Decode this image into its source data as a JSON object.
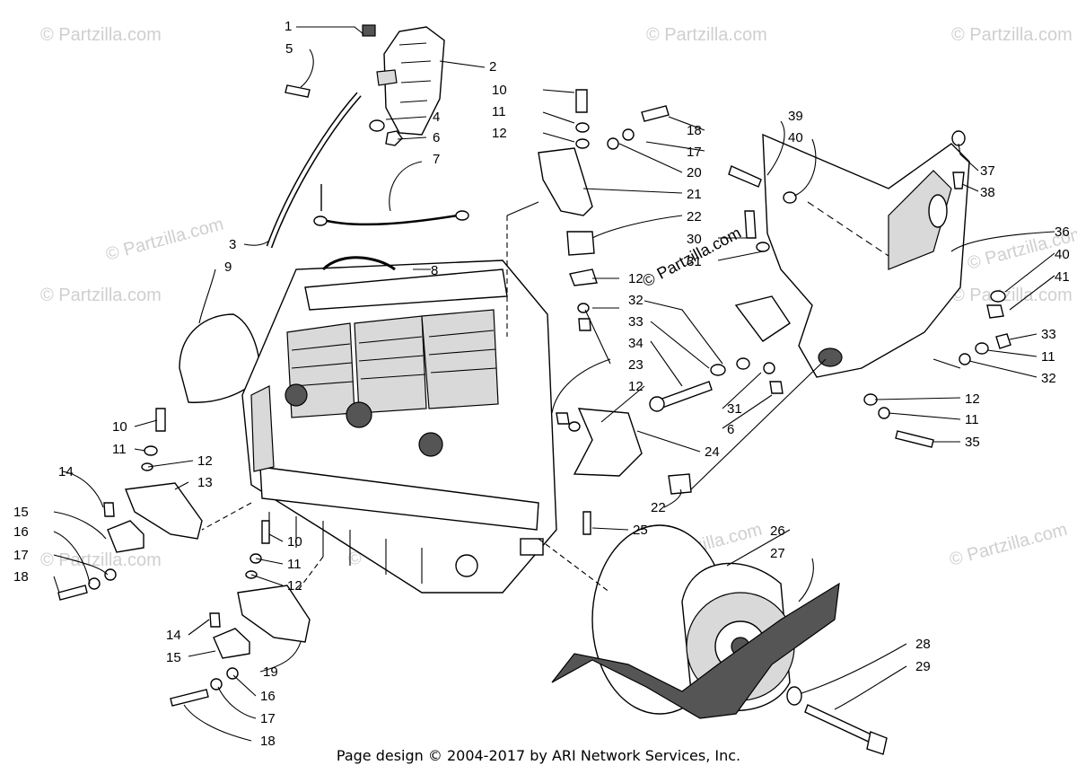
{
  "watermarks": [
    "© Partzilla.com",
    "© Partzilla.com",
    "© Partzilla.com",
    "© Partzilla.com",
    "© Partzilla.com",
    "© Partzilla.com",
    "© Partzilla.com",
    "© Partzilla.com",
    "© Partzilla.com",
    "© Partzilla.com",
    "© Partzilla.com",
    "© Partzilla.com"
  ],
  "center_watermark": "© Partzilla.com",
  "footer": "Page design © 2004-2017 by ARI Network Services, Inc.",
  "callouts": {
    "c1": "1",
    "c2": "2",
    "c3": "3",
    "c4": "4",
    "c5": "5",
    "c6a": "6",
    "c6b": "6",
    "c7": "7",
    "c8": "8",
    "c9": "9",
    "c10a": "10",
    "c10b": "10",
    "c10c": "10",
    "c11a": "11",
    "c11b": "11",
    "c11c": "11",
    "c11d": "11",
    "c11e": "11",
    "c12a": "12",
    "c12b": "12",
    "c12c": "12",
    "c12d": "12",
    "c12e": "12",
    "c12f": "12",
    "c13": "13",
    "c14a": "14",
    "c14b": "14",
    "c15a": "15",
    "c15b": "15",
    "c16a": "16",
    "c16b": "16",
    "c17a": "17",
    "c17b": "17",
    "c17c": "17",
    "c18a": "18",
    "c18b": "18",
    "c18c": "18",
    "c19": "19",
    "c20": "20",
    "c21": "21",
    "c22a": "22",
    "c22b": "22",
    "c23": "23",
    "c24": "24",
    "c25": "25",
    "c26": "26",
    "c27": "27",
    "c28": "28",
    "c29": "29",
    "c30": "30",
    "c31a": "31",
    "c31b": "31",
    "c32a": "32",
    "c32b": "32",
    "c33a": "33",
    "c33b": "33",
    "c34": "34",
    "c35": "35",
    "c36": "36",
    "c37": "37",
    "c38": "38",
    "c39": "39",
    "c40a": "40",
    "c40b": "40",
    "c41": "41"
  }
}
